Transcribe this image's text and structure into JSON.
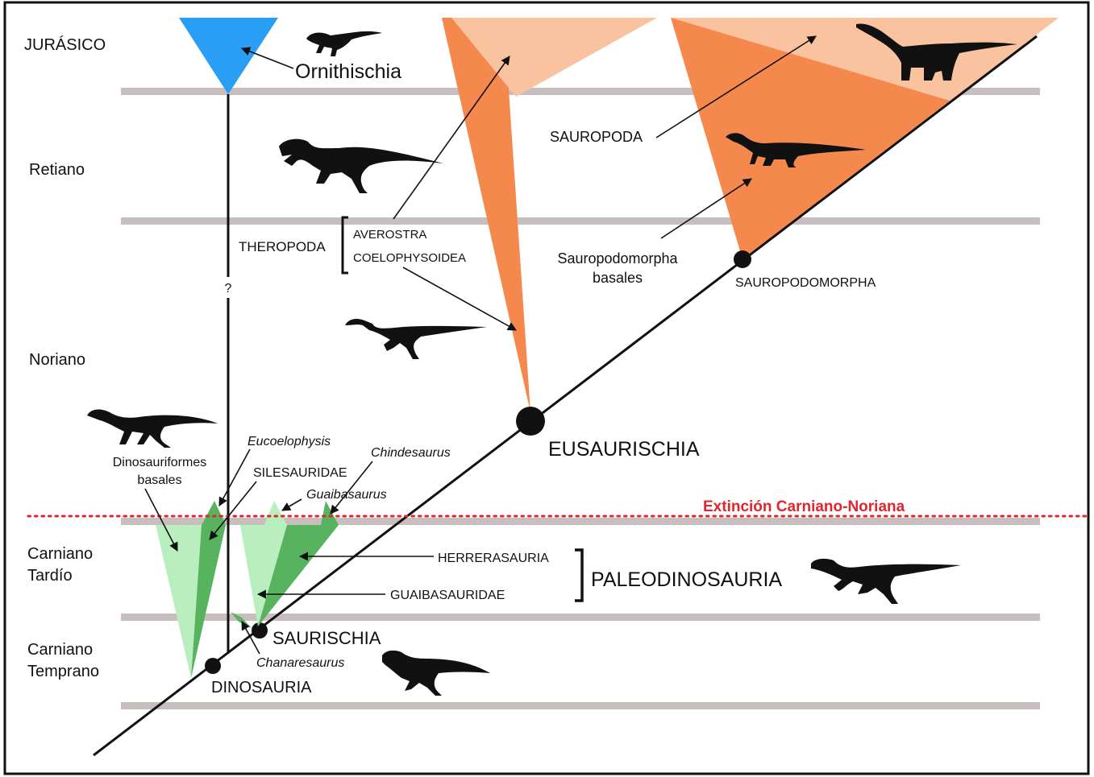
{
  "periods": [
    {
      "label": "JURÁSICO"
    },
    {
      "label": "Retiano"
    },
    {
      "label": "Noriano"
    },
    {
      "label": "Carniano",
      "label2": "Tardío"
    },
    {
      "label": "Carniano",
      "label2": "Temprano"
    }
  ],
  "extinction": {
    "label": "Extinción Carniano-Noriana",
    "color": "#e0262d"
  },
  "colors": {
    "frame": "#111111",
    "band": "#c9bebe",
    "ornithischia": "#2a9df4",
    "orange_dark": "#f5894d",
    "orange_light": "#f9c3a0",
    "green_dark": "#58b35f",
    "green_light": "#b9efbe"
  },
  "clades": {
    "ornithischia": "Ornithischia",
    "question_mark": "?",
    "theropoda": "THEROPODA",
    "averostra": "AVEROSTRA",
    "coelophysoidea": "COELOPHYSOIDEA",
    "sauropoda": "SAUROPODA",
    "sauropodomorpha_basales_1": "Sauropodomorpha",
    "sauropodomorpha_basales_2": "basales",
    "sauropodomorpha": "SAUROPODOMORPHA",
    "eusaurischia": "EUSAURISCHIA",
    "eucoelophysis": "Eucoelophysis",
    "silesauridae": "SILESAURIDAE",
    "guaibasaurus": "Guaibasaurus",
    "chindesaurus": "Chindesaurus",
    "dinosauriformes_1": "Dinosauriformes",
    "dinosauriformes_2": "basales",
    "herrerasauria": "HERRERASAURIA",
    "guaibasauridae": "GUAIBASAURIDAE",
    "paleodinosauria": "PALEODINOSAURIA",
    "saurischia": "SAURISCHIA",
    "chanaresaurus": "Chanaresaurus",
    "dinosauria": "DINOSAURIA"
  },
  "icons": [
    "ornithischian-silhouette",
    "theropod-large-silhouette",
    "coelophysoid-silhouette",
    "sauropod-silhouette",
    "prosauropod-silhouette",
    "dinosauriform-silhouette",
    "herrerasaur-silhouette",
    "early-dinosaur-silhouette"
  ]
}
